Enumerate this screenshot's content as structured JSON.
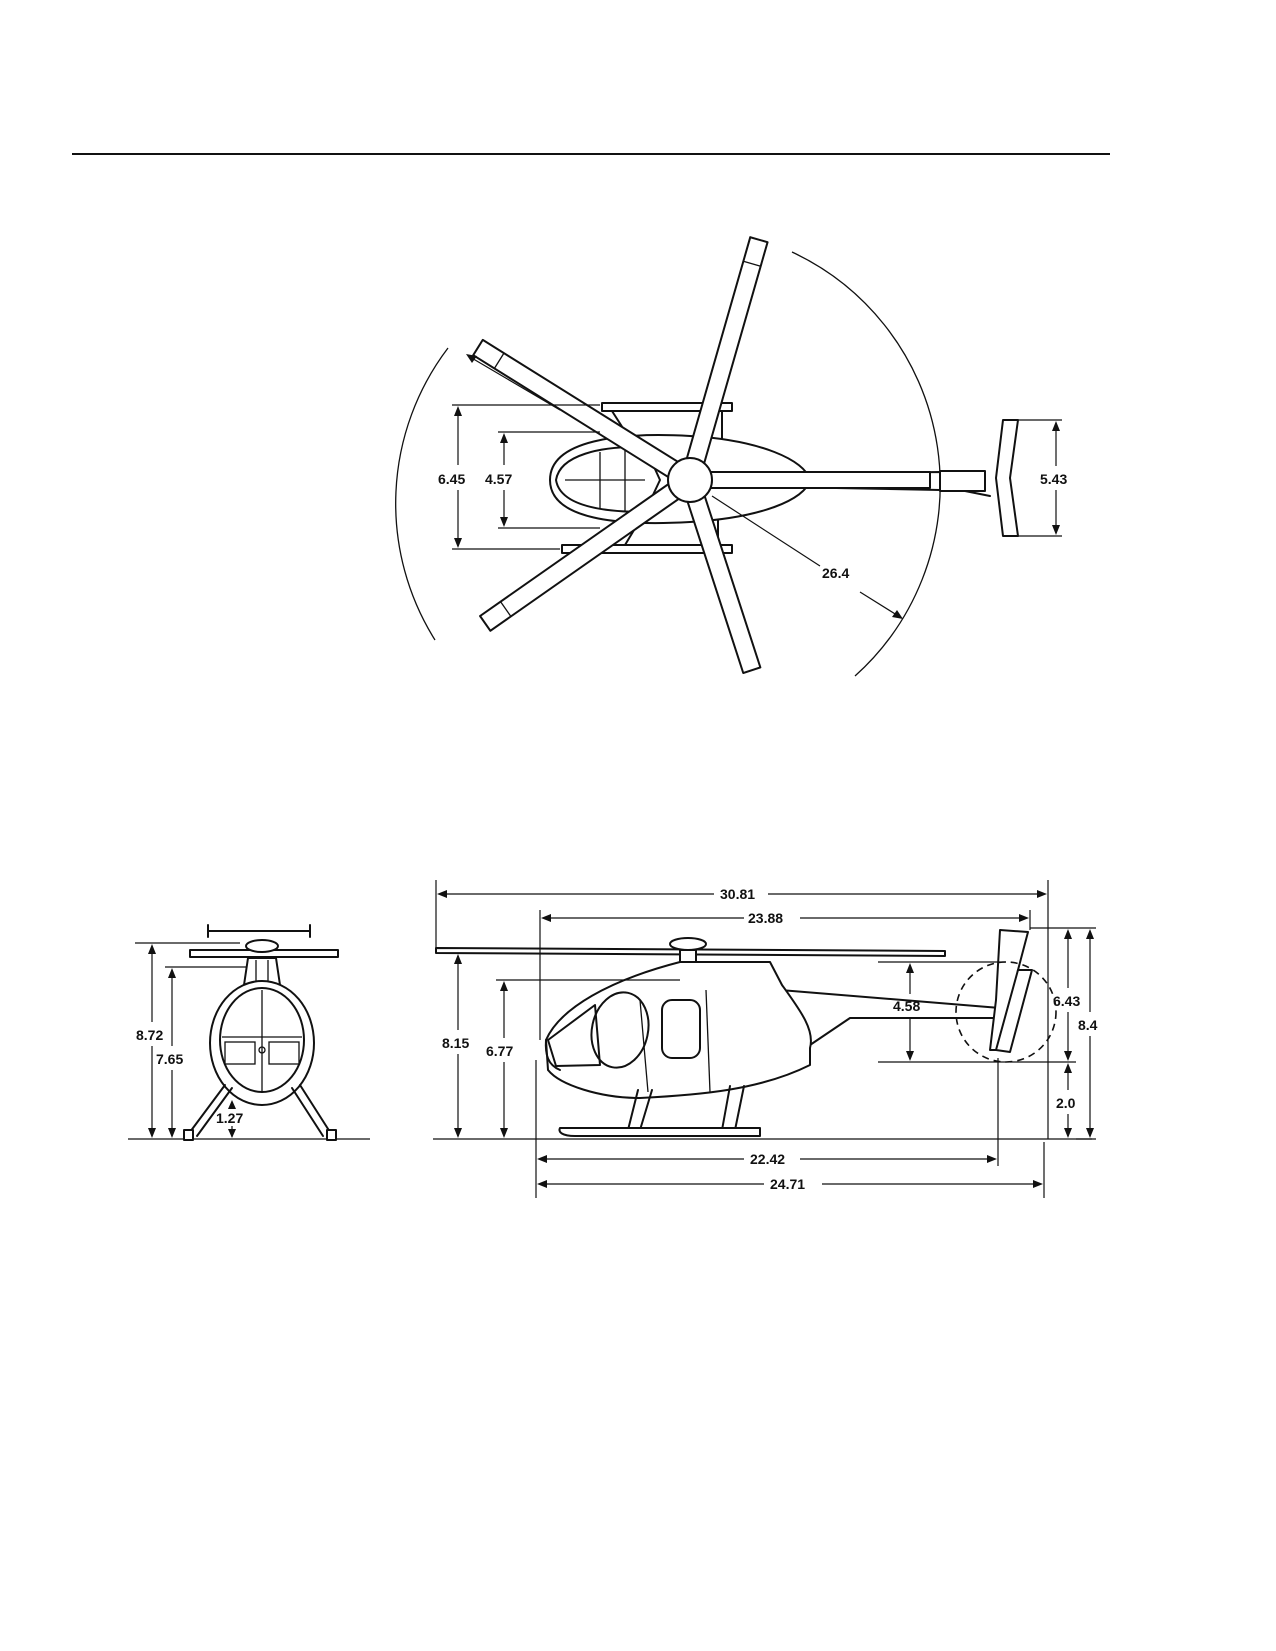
{
  "top_view": {
    "rotor_diameter": "26.4",
    "skid_width": "6.45",
    "fuselage_width": "4.57",
    "stabilizer_span": "5.43"
  },
  "front_view": {
    "overall_height": "8.72",
    "fuselage_height": "7.65",
    "ground_clearance": "1.27"
  },
  "side_view": {
    "overall_length": "30.81",
    "rotor_to_tail_length": "23.88",
    "rotor_height": "8.15",
    "fuselage_top_height": "6.77",
    "tail_rotor_diameter": "4.58",
    "tail_height": "6.43",
    "overall_tail_height": "8.4",
    "tail_boom_height": "2.0",
    "skid_to_tail_length": "22.42",
    "fuselage_length": "24.71"
  }
}
